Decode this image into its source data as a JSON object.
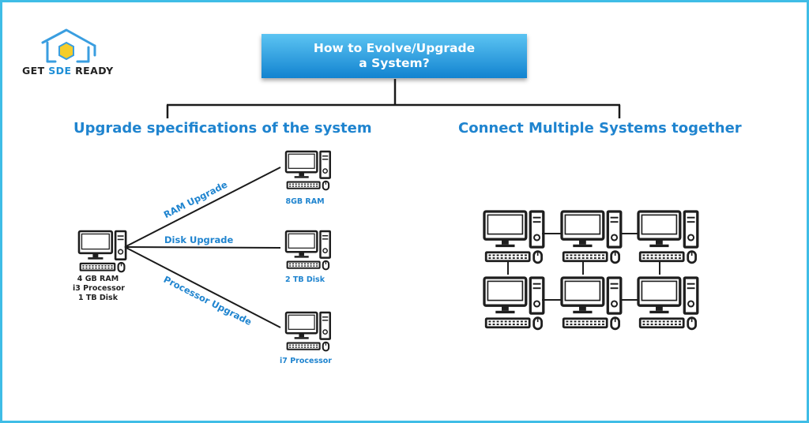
{
  "logo": {
    "text_part1": "GET ",
    "text_part2": "SDE",
    "text_part3": " READY",
    "colors": {
      "outline": "#3a9ee0",
      "hexagon": "#f5cd2a",
      "text_dark": "#222222",
      "text_accent": "#1f8fd6"
    }
  },
  "title": {
    "line1": "How to Evolve/Upgrade",
    "line2": "a System?"
  },
  "left_branch": {
    "heading": "Upgrade specifications of the system",
    "source_label": [
      "4 GB RAM",
      "i3 Processor",
      "1 TB Disk"
    ],
    "upgrades": [
      {
        "edge_label": "RAM Upgrade",
        "result_label": "8GB RAM"
      },
      {
        "edge_label": "Disk Upgrade",
        "result_label": "2 TB Disk"
      },
      {
        "edge_label": "Processor Upgrade",
        "result_label": "i7 Processor"
      }
    ]
  },
  "right_branch": {
    "heading": "Connect Multiple Systems together",
    "grid_rows": 2,
    "grid_cols": 3
  },
  "colors": {
    "frame_border": "#3fbde6",
    "title_box_top": "#5cc4f2",
    "title_box_bottom": "#1283d0",
    "heading": "#1f84cf",
    "line": "#1a1a1a",
    "icon": "#1e1e1e"
  }
}
